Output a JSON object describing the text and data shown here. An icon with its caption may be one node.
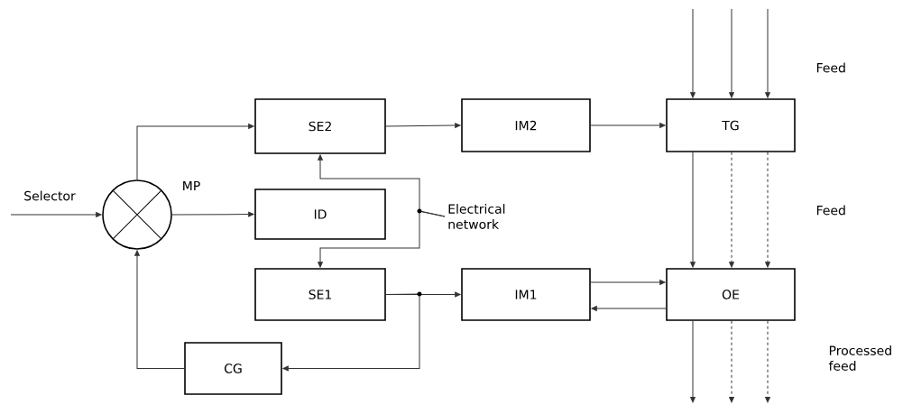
{
  "diagram": {
    "nodes": [
      {
        "text": [],
        "shape": "circle",
        "beside": [
          "MP"
        ]
      },
      {
        "text": [
          "SE2"
        ]
      },
      {
        "text": [
          "IM2"
        ]
      },
      {
        "text": [
          "TG"
        ]
      },
      {
        "text": [
          "ID"
        ]
      },
      {
        "text": [
          "SE1"
        ]
      },
      {
        "text": [
          "IM1"
        ]
      },
      {
        "text": [
          "OE"
        ]
      },
      {
        "text": [
          "CG"
        ]
      },
      {
        "text": [
          "Electrical network"
        ]
      }
    ],
    "edges": [
      {
        "from": null,
        "to": 0,
        "arrow": "to",
        "label": "Selector"
      },
      {
        "from": 0,
        "to": 1,
        "arrow": "to"
      },
      {
        "from": 0,
        "to": 4,
        "arrow": "to"
      },
      {
        "from": 1,
        "to": 2,
        "arrow": "to"
      },
      {
        "from": 2,
        "to": 3,
        "arrow": "to"
      },
      {
        "from": 9,
        "to": 1,
        "arrow": "to"
      },
      {
        "from": 9,
        "to": 5,
        "arrow": "to"
      },
      {
        "from": 5,
        "to": 6,
        "arrow": "to"
      },
      {
        "from": 5,
        "to": 8,
        "arrow": "to"
      },
      {
        "from": 8,
        "to": 0,
        "arrow": "to"
      },
      {
        "from": 6,
        "to": 7,
        "arrow": "to"
      },
      {
        "from": 7,
        "to": 6,
        "arrow": "to"
      },
      {
        "from": null,
        "to": 3,
        "arrow": "to"
      },
      {
        "from": null,
        "to": 3,
        "arrow": "to"
      },
      {
        "from": null,
        "to": 3,
        "arrow": "to"
      },
      {
        "from": 3,
        "to": 7,
        "arrow": "to"
      },
      {
        "from": 3,
        "to": 7,
        "arrow": "to",
        "style": "dashed"
      },
      {
        "from": 3,
        "to": 7,
        "arrow": "to",
        "style": "dashed"
      },
      {
        "from": 7,
        "to": null,
        "arrow": "to"
      },
      {
        "from": 7,
        "to": null,
        "arrow": "to",
        "style": "dashed"
      },
      {
        "from": 7,
        "to": null,
        "arrow": "to",
        "style": "dashed"
      }
    ],
    "labels": [
      "Feed",
      "Feed",
      "Processed feed"
    ]
  }
}
